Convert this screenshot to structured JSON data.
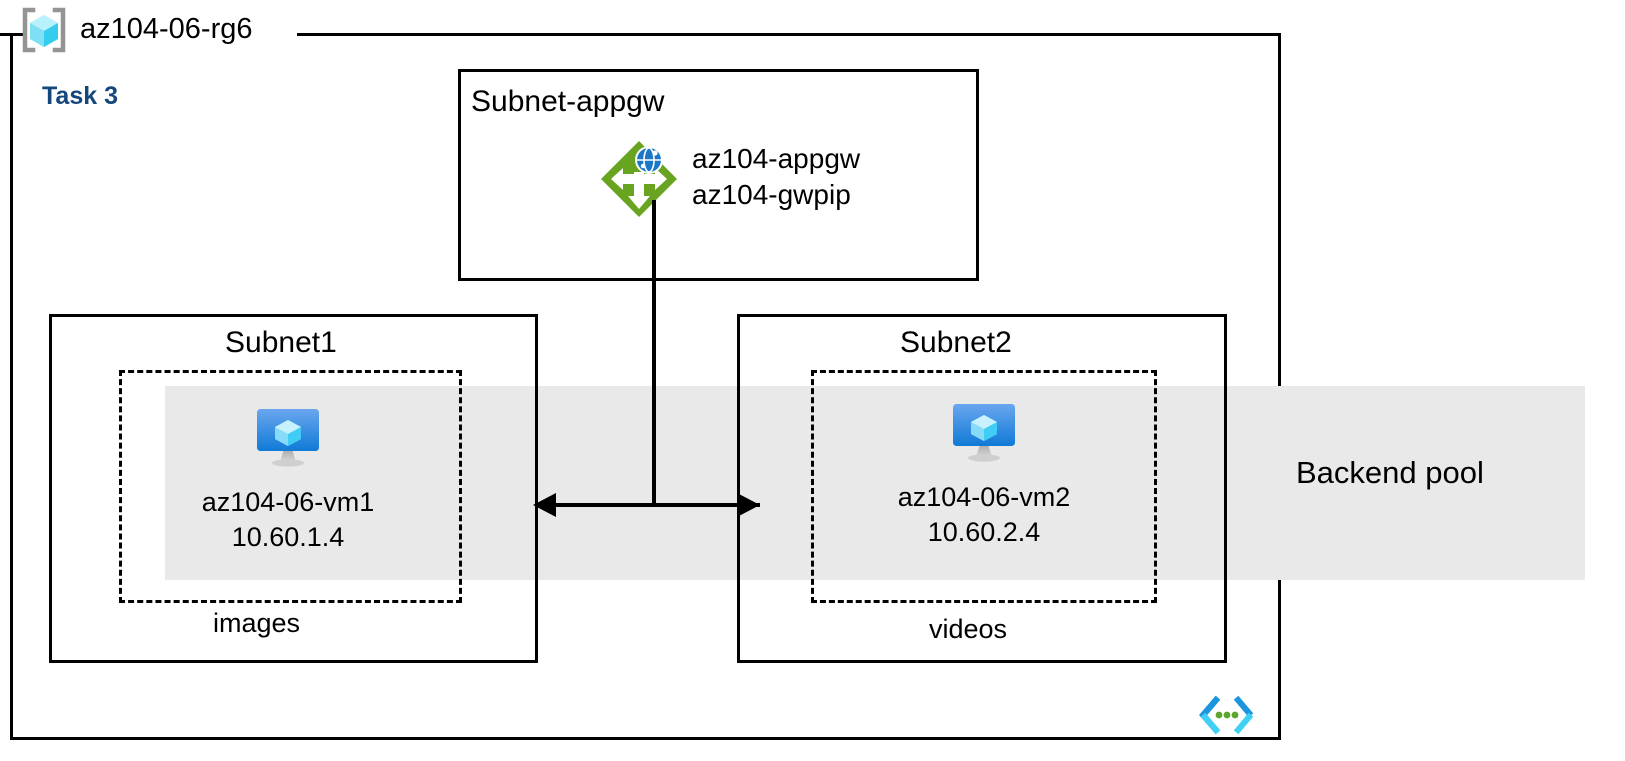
{
  "diagram": {
    "resource_group": {
      "name": "az104-06-rg6",
      "icon": "resource-group-icon"
    },
    "task_label": "Task 3",
    "backend_pool": {
      "label": "Backend pool",
      "color": "#e9e9e9"
    },
    "code_icon": {
      "name": "code-brackets-icon",
      "bracket_color": "#1b96de",
      "dot_color": "#5ca52c"
    },
    "subnets": [
      {
        "id": "subnet-appgw",
        "title": "Subnet-appgw",
        "resource": {
          "icon": "application-gateway-icon",
          "icon_color": "#68a420",
          "line1": "az104-appgw",
          "line2": "az104-gwpip"
        }
      },
      {
        "id": "subnet1",
        "title": "Subnet1",
        "storage_label": "images",
        "vm": {
          "icon": "virtual-machine-icon",
          "name": "az104-06-vm1",
          "ip": "10.60.1.4"
        }
      },
      {
        "id": "subnet2",
        "title": "Subnet2",
        "storage_label": "videos",
        "vm": {
          "icon": "virtual-machine-icon",
          "name": "az104-06-vm2",
          "ip": "10.60.2.4"
        }
      }
    ],
    "connectors": [
      {
        "id": "appgw-to-bus",
        "type": "line"
      },
      {
        "id": "subnet1-subnet2-bus",
        "type": "double-arrow"
      }
    ]
  }
}
